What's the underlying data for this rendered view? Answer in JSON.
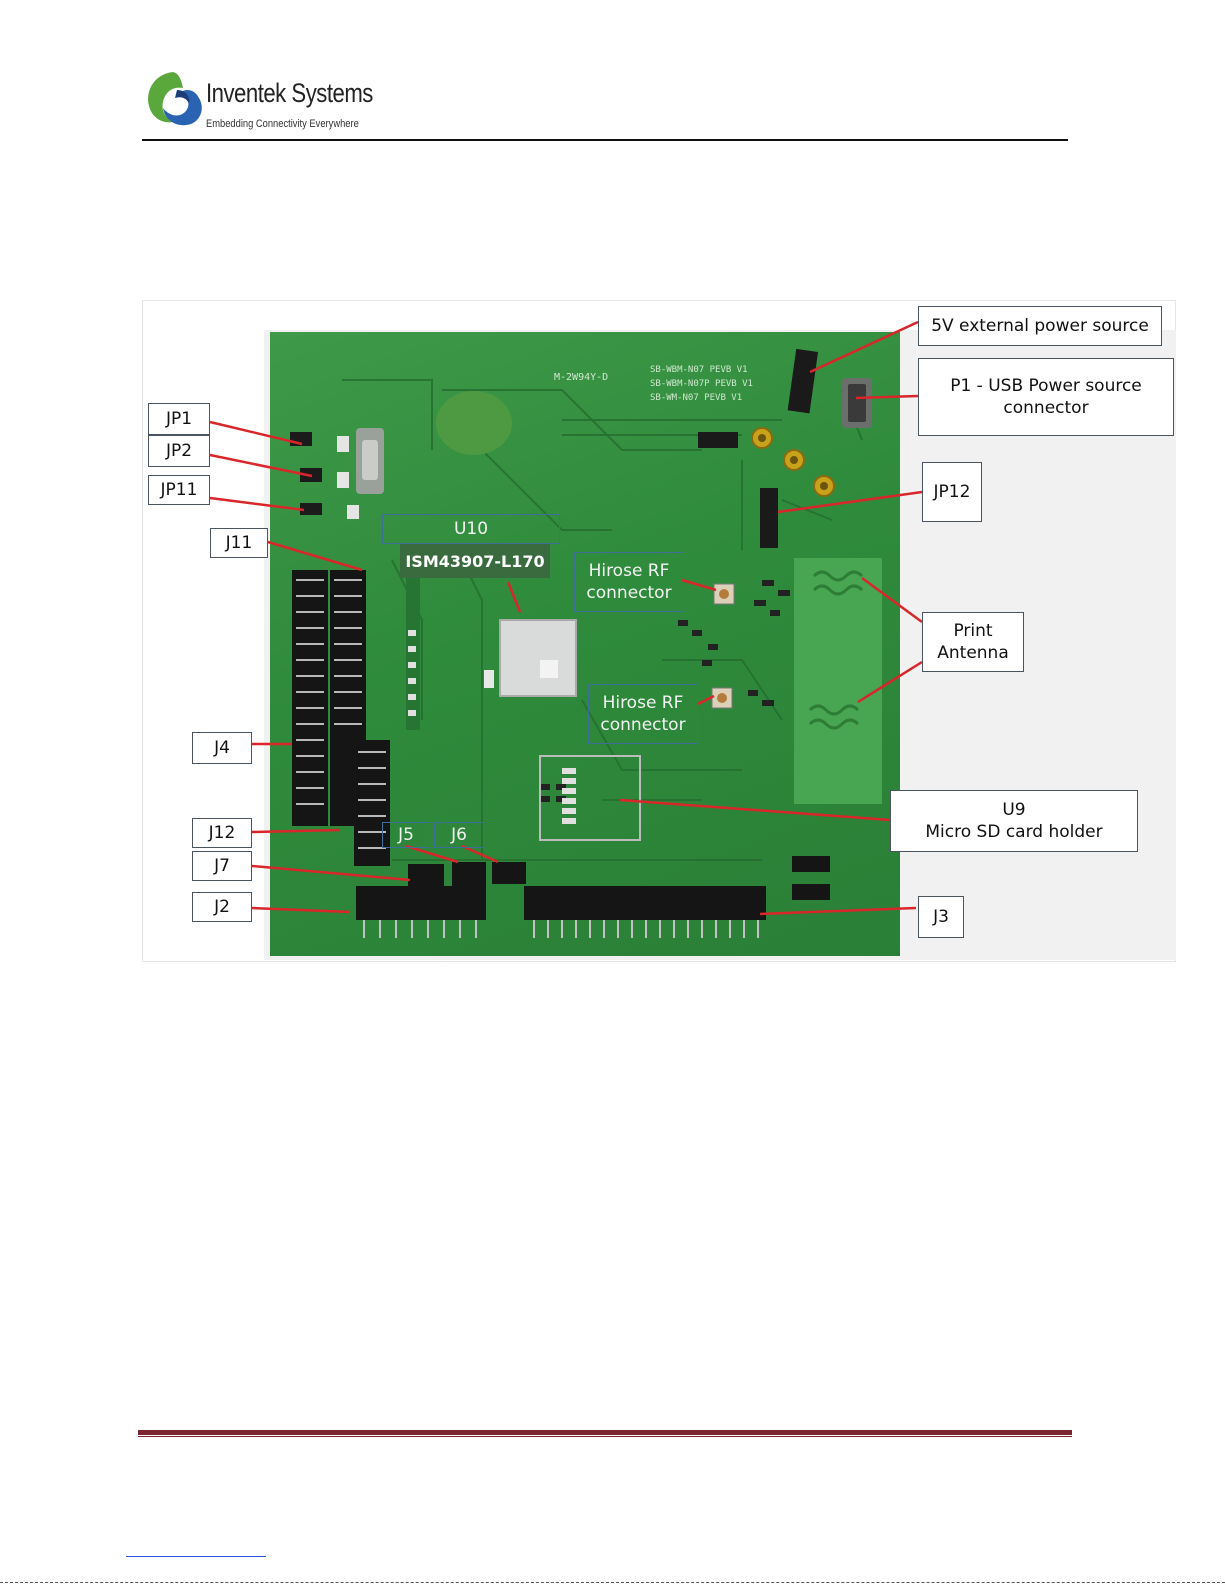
{
  "header": {
    "company_name": "Inventek Systems",
    "tagline": "Embedding Connectivity Everywhere"
  },
  "figure": {
    "callouts": {
      "jp1": "JP1",
      "jp2": "JP2",
      "jp11": "JP11",
      "j11": "J11",
      "j4": "J4",
      "j12": "J12",
      "j7": "J7",
      "j2": "J2",
      "j5": "J5",
      "j6": "J6",
      "j3": "J3",
      "jp12": "JP12",
      "ext_power": "5V external power source",
      "usb_power": "P1 - USB Power source\nconnector",
      "print_antenna": "Print\nAntenna",
      "micro_sd": "U9\nMicro SD card holder",
      "u10": "U10",
      "module_part": "ISM43907-L170",
      "hirose_top": "Hirose RF\nconnector",
      "hirose_bottom": "Hirose RF\nconnector"
    },
    "silkscreen": {
      "line1": "SB-WBM-N07 PEVB V1",
      "line2": "SB-WBM-N07P PEVB V1",
      "line3": "SB-WM-N07 PEVB V1",
      "board_id": "M-2W94Y-D"
    }
  },
  "colors": {
    "pcb_green": "#2f8b3c",
    "callout_border": "#4a5560",
    "leader_line": "#d9262a",
    "footer_rule": "#7a2530"
  }
}
